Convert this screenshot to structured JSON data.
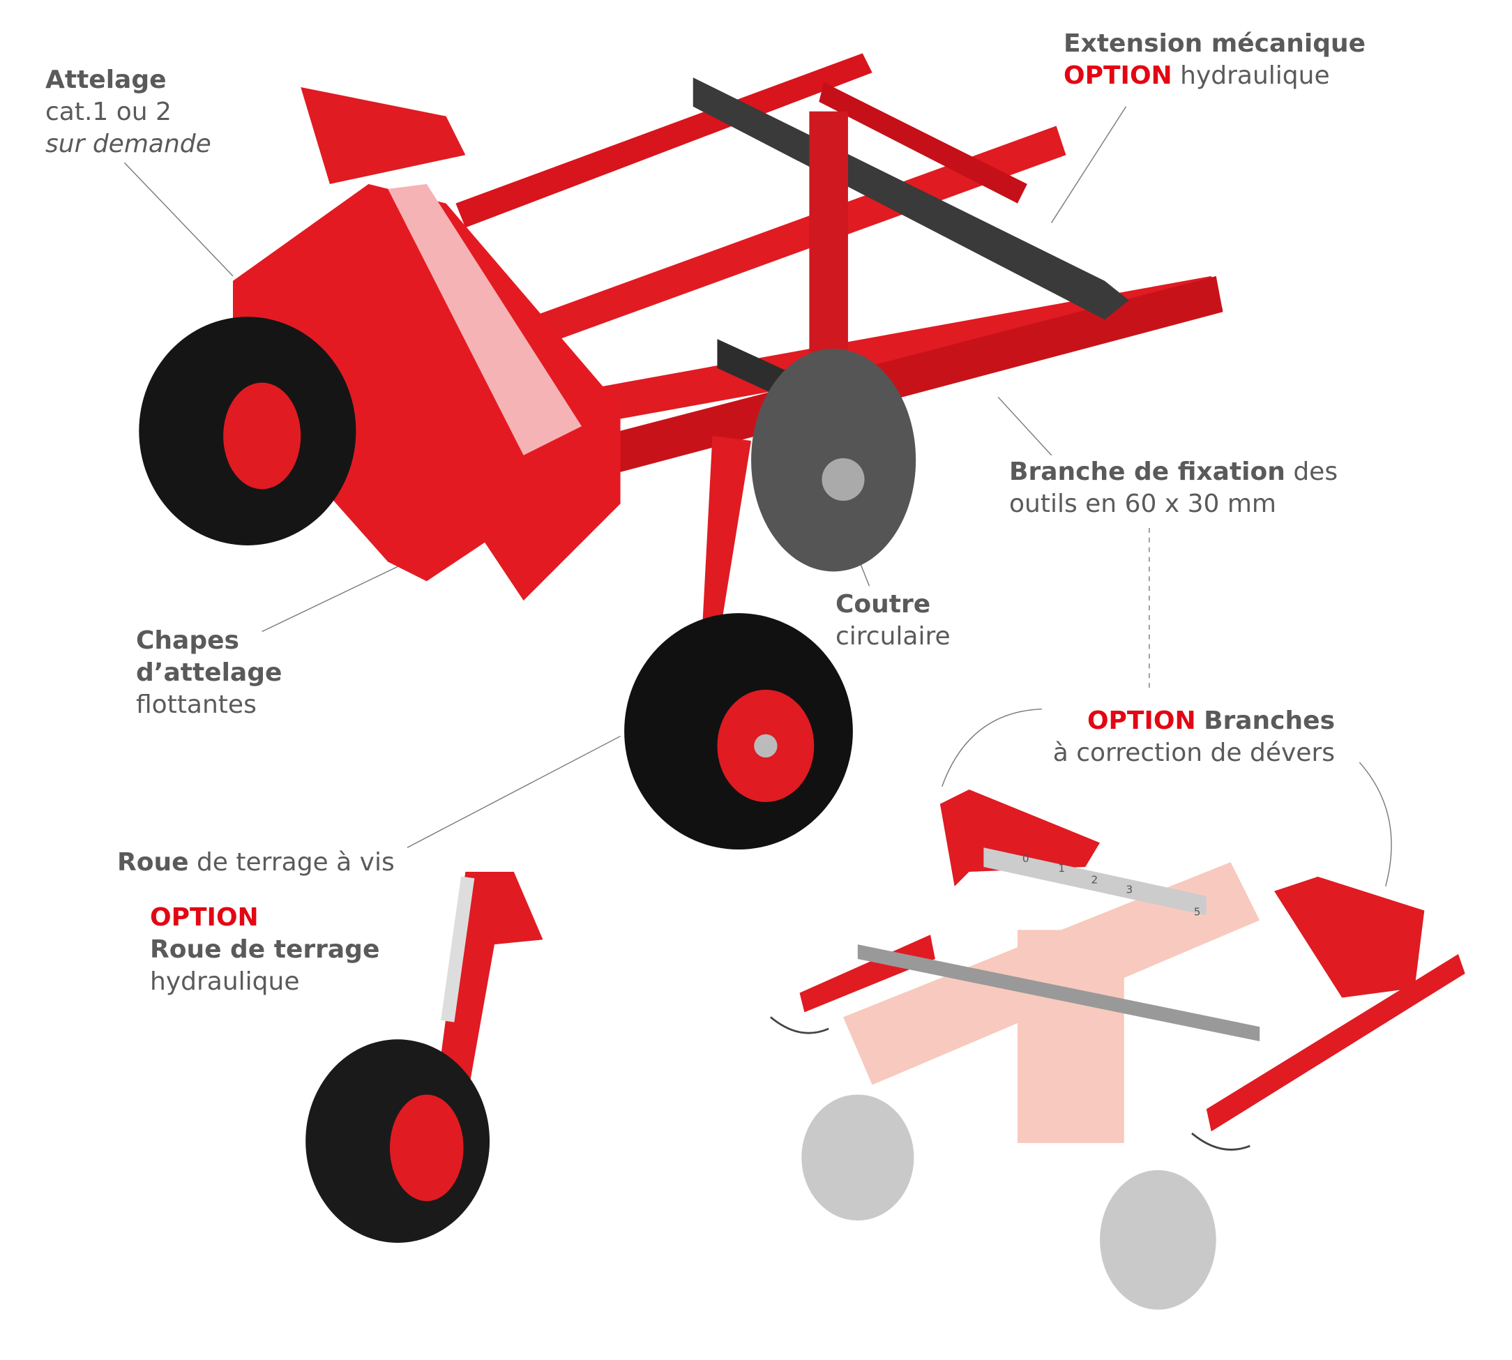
{
  "labels": {
    "attelage": {
      "title": "Attelage",
      "line2": "cat.1 ou 2",
      "line3": "sur demande"
    },
    "extension": {
      "title": "Extension mécanique",
      "option": "OPTION",
      "rest": "hydraulique"
    },
    "branche": {
      "title": "Branche de fixation",
      "rest": "des",
      "line2": "outils en 60 x 30 mm"
    },
    "coutre": {
      "title": "Coutre",
      "line2": "circulaire"
    },
    "chapes": {
      "line1": "Chapes",
      "line2": "d’attelage",
      "line3": "flottantes"
    },
    "option_branches": {
      "option": "OPTION",
      "title": "Branches",
      "line2": "à correction de dévers"
    },
    "roue_vis": {
      "title": "Roue",
      "rest": "de terrage à vis"
    },
    "roue_hydraulique": {
      "option": "OPTION",
      "title": "Roue de terrage",
      "line3": "hydraulique"
    },
    "scale_ticks": [
      "0",
      "1",
      "2",
      "3",
      "5"
    ]
  },
  "colors": {
    "accent": "#e30613",
    "text": "#5a5a5a",
    "frame": "#e01b22",
    "tyre": "#1a1a1a"
  }
}
